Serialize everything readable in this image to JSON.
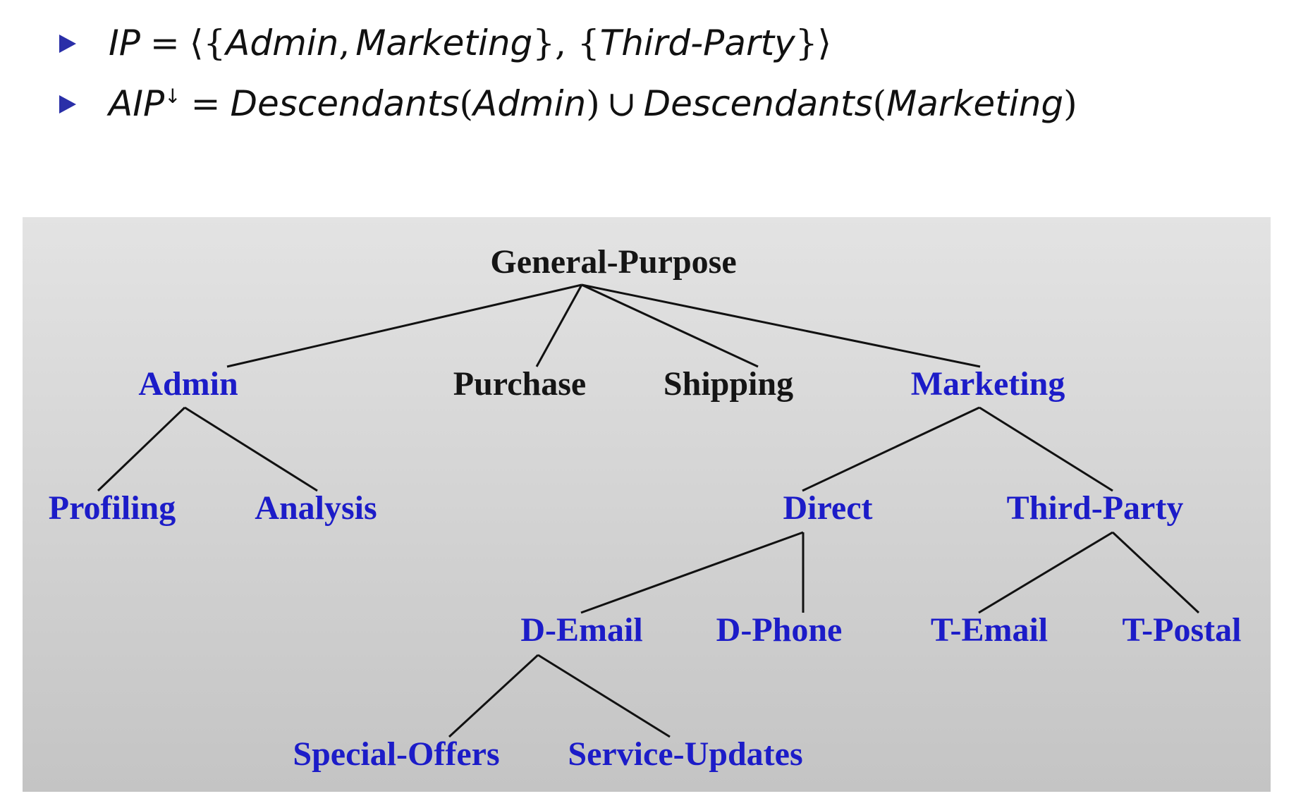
{
  "header": {
    "line1": {
      "lhs": "IP",
      "eq": "=",
      "open": "⟨{",
      "a": "Admin",
      "comma1": ",",
      "b": "Marketing",
      "mid": "}, {",
      "c": "Third-Party",
      "close": "}⟩"
    },
    "line2": {
      "lhs": "AIP",
      "sup": "↓",
      "eq": "=",
      "f1": "Descendants",
      "p1open": "(",
      "a": "Admin",
      "p1close": ")",
      "union": "∪",
      "f2": "Descendants",
      "p2open": "(",
      "b": "Marketing",
      "p2close": ")"
    }
  },
  "tree": {
    "colors": {
      "blue": "#1c1cc8",
      "black": "#151515",
      "edge": "#111111"
    },
    "nodes": {
      "general_purpose": "General-Purpose",
      "admin": "Admin",
      "purchase": "Purchase",
      "shipping": "Shipping",
      "marketing": "Marketing",
      "profiling": "Profiling",
      "analysis": "Analysis",
      "direct": "Direct",
      "third_party": "Third-Party",
      "d_email": "D-Email",
      "d_phone": "D-Phone",
      "t_email": "T-Email",
      "t_postal": "T-Postal",
      "special_offers": "Special-Offers",
      "service_updates": "Service-Updates"
    }
  }
}
